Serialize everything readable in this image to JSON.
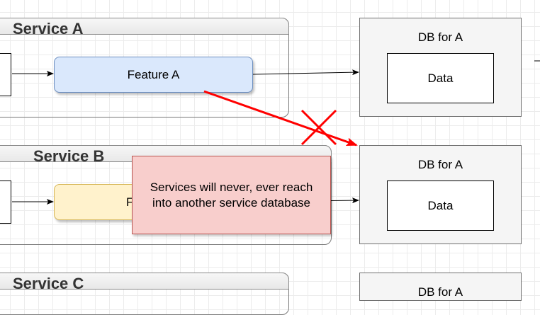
{
  "services": [
    {
      "title": "Service A",
      "feature": "Feature A"
    },
    {
      "title": "Service B",
      "feature": "F"
    },
    {
      "title": "Service C"
    }
  ],
  "databases": [
    {
      "title": "DB for A",
      "inner": "Data"
    },
    {
      "title": "DB for A",
      "inner": "Data"
    },
    {
      "title": "DB for A"
    }
  ],
  "note": "Services will never, ever reach into another service database",
  "colors": {
    "feature_a_fill": "#dae8fc",
    "feature_b_fill": "#fff2cc",
    "note_fill": "#f8cecc",
    "forbidden_arrow": "#ff0000"
  },
  "icons": [
    "arrow-right-icon",
    "forbidden-cross-icon"
  ]
}
